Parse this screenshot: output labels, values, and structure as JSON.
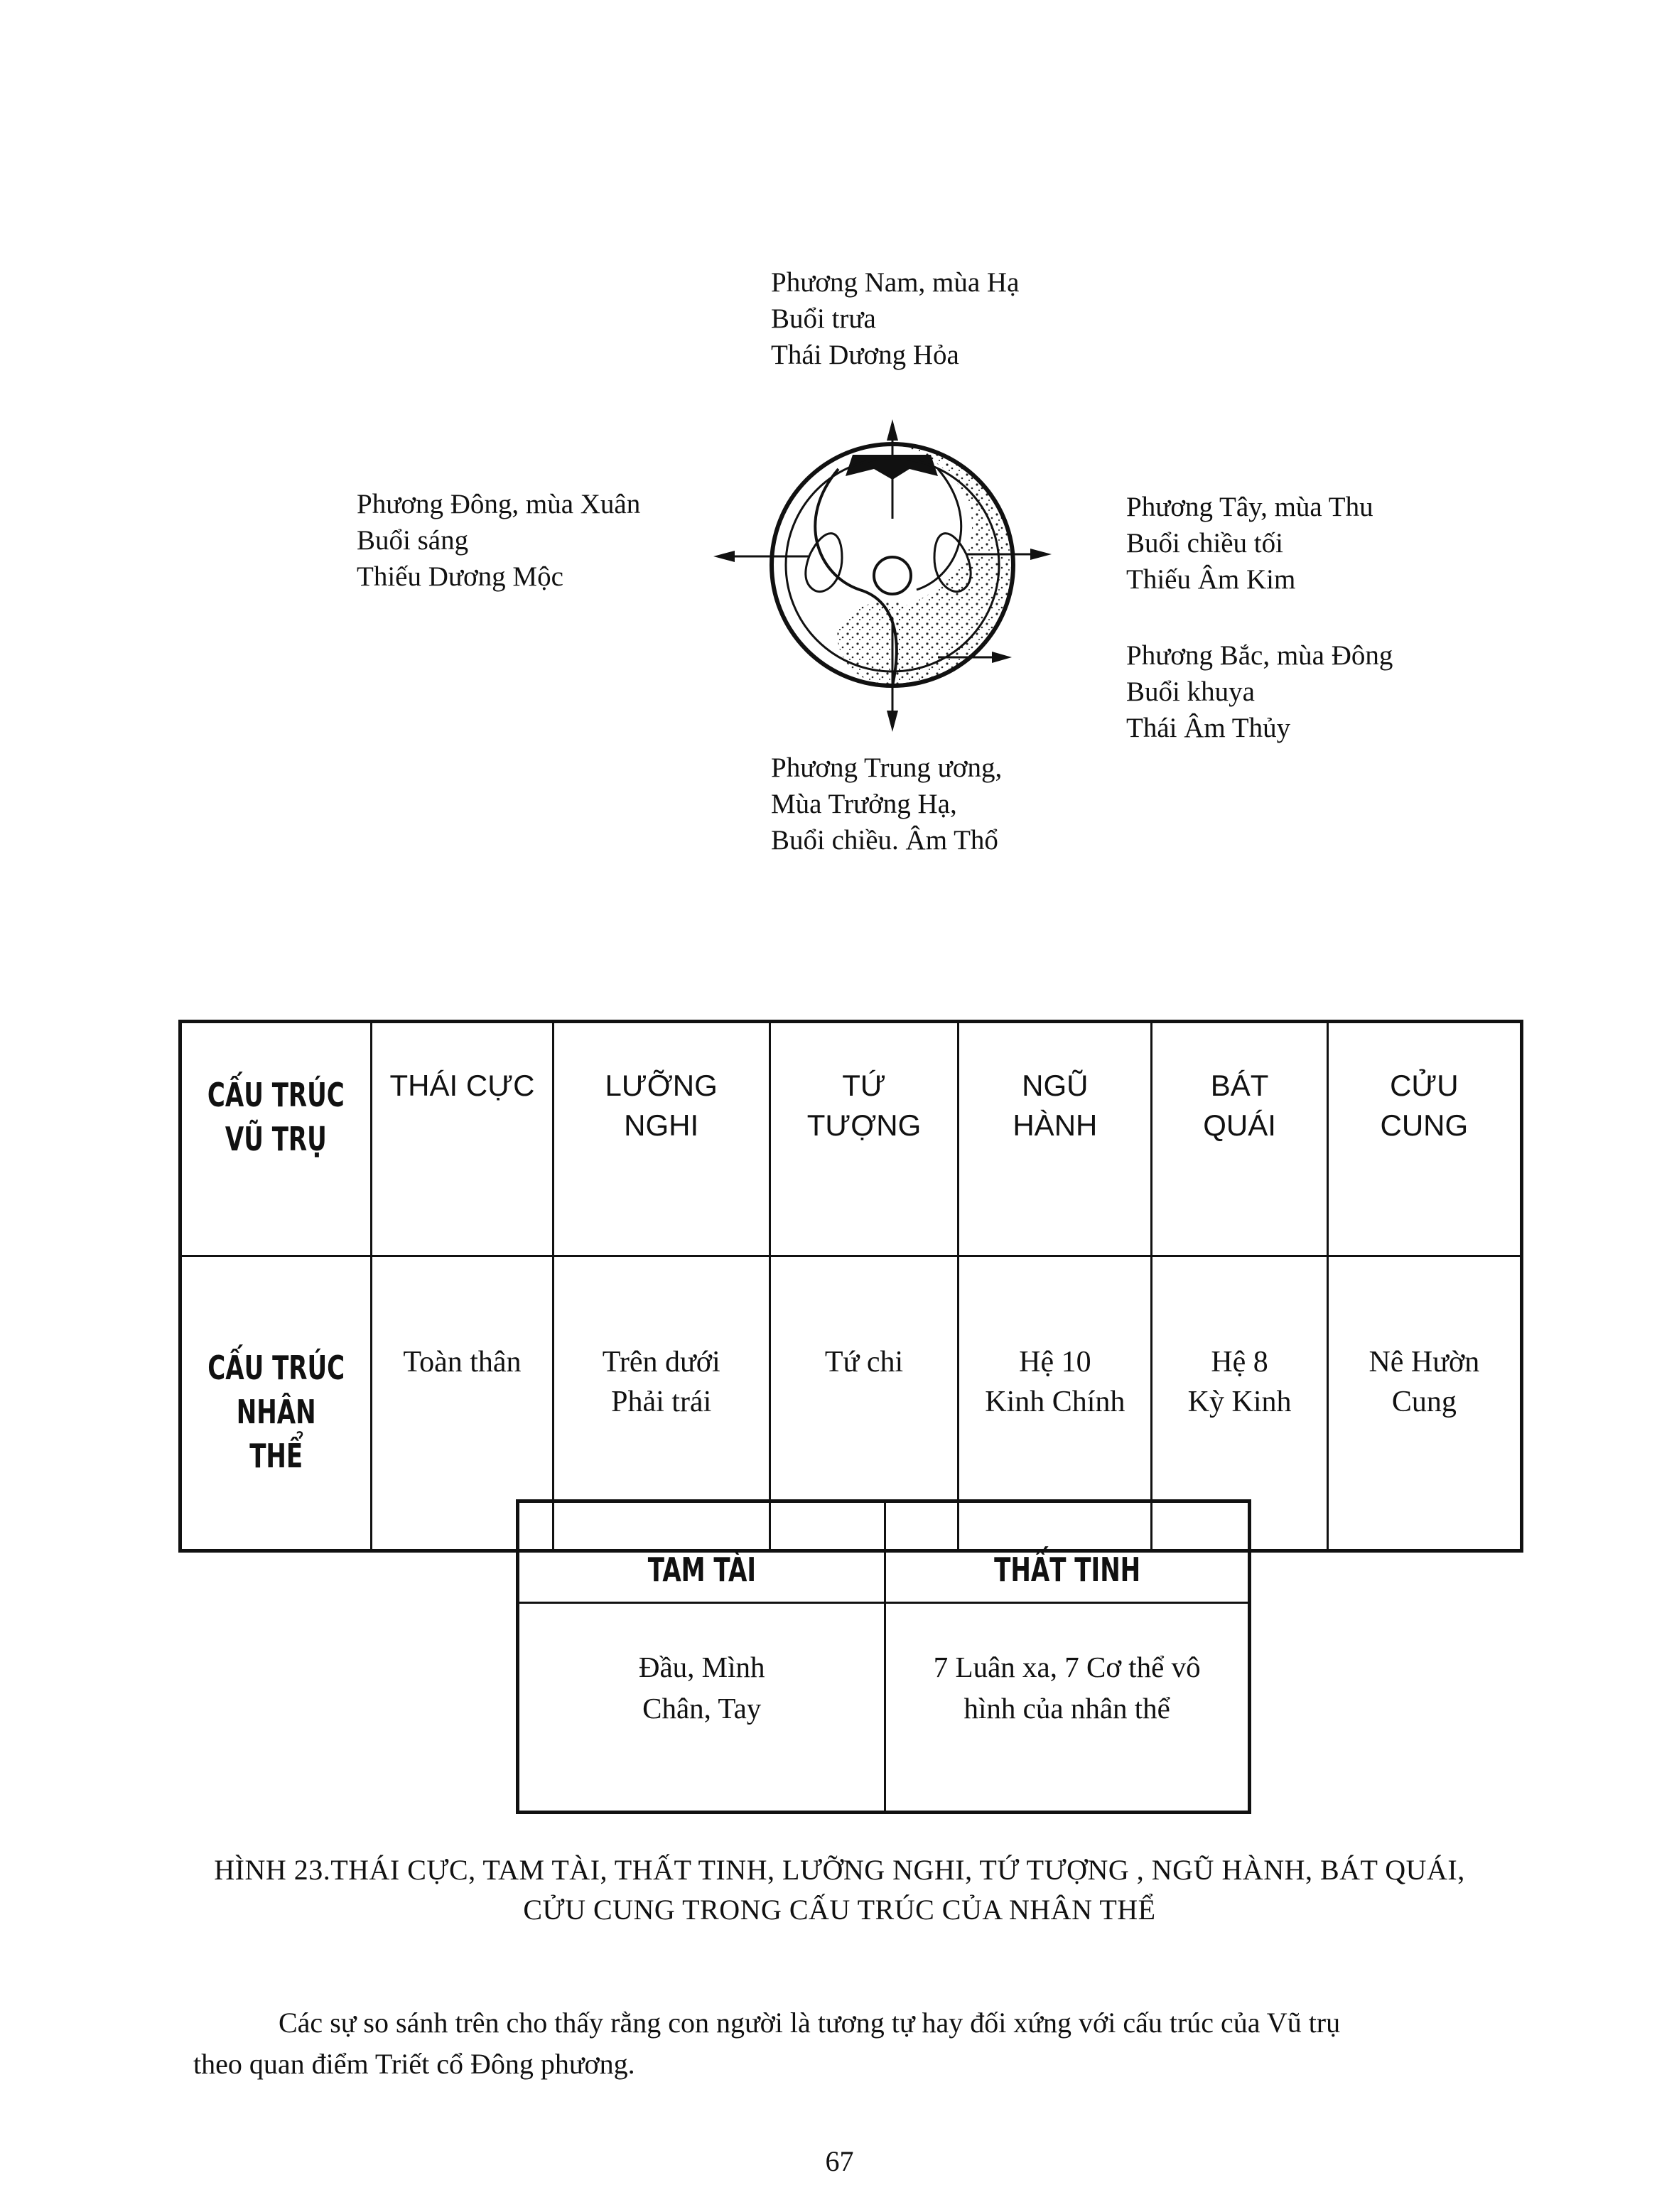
{
  "diagram": {
    "south_label": [
      "Phương Nam, mùa Hạ",
      "Buổi trưa",
      "Thái Dương Hỏa"
    ],
    "east_label": [
      "Phương Đông, mùa Xuân",
      "Buổi sáng",
      "Thiếu Dương Mộc"
    ],
    "west_label": [
      "Phương Tây, mùa Thu",
      "Buổi chiều tối",
      "Thiếu Âm Kim"
    ],
    "north_label": [
      "Phương Bắc, mùa Đông",
      "Buổi khuya",
      "Thái Âm Thủy"
    ],
    "center_label": [
      "Phương Trung ương,",
      "Mùa Trưởng Hạ,",
      "Buổi  chiều. Âm Thổ"
    ]
  },
  "main_table": {
    "row1": {
      "head": [
        "CẤU TRÚC",
        "VŨ TRỤ"
      ],
      "cells": [
        [
          "THÁI CỰC"
        ],
        [
          "LƯỠNG",
          "NGHI"
        ],
        [
          "TỨ",
          "TƯỢNG"
        ],
        [
          "NGŨ",
          "HÀNH"
        ],
        [
          "BÁT",
          "QUÁI"
        ],
        [
          "CỬU",
          "CUNG"
        ]
      ]
    },
    "row2": {
      "head": [
        "CẤU TRÚC",
        "NHÂN THỂ"
      ],
      "cells": [
        [
          "Toàn thân"
        ],
        [
          "Trên dưới",
          "Phải trái"
        ],
        [
          "Tứ chi"
        ],
        [
          "Hệ 10",
          "Kinh Chính"
        ],
        [
          "Hệ 8",
          "Kỳ Kinh"
        ],
        [
          "Nê Hườn",
          "Cung"
        ]
      ]
    }
  },
  "second_table": {
    "headers": [
      "TAM TÀI",
      "THẤT TINH"
    ],
    "cells": [
      [
        "Đầu, Mình",
        "Chân, Tay"
      ],
      [
        "7 Luân xa, 7 Cơ thể vô",
        "hình của nhân thể"
      ]
    ]
  },
  "caption": {
    "line1": "HÌNH  23.THÁI CỰC, TAM TÀI, THẤT TINH,  LƯỠNG NGHI,  TỨ TƯỢNG , NGŨ HÀNH, BÁT QUÁI,",
    "line2": "CỬU CUNG  TRONG CẤU TRÚC CỦA NHÂN THỂ"
  },
  "paragraph": {
    "line1": "Các sự so sánh trên cho thấy rằng con người là tương tự  hay đối xứng với  cấu trúc của Vũ trụ",
    "line2": "theo quan điểm Triết cổ Đông phương."
  },
  "page_number": "67"
}
